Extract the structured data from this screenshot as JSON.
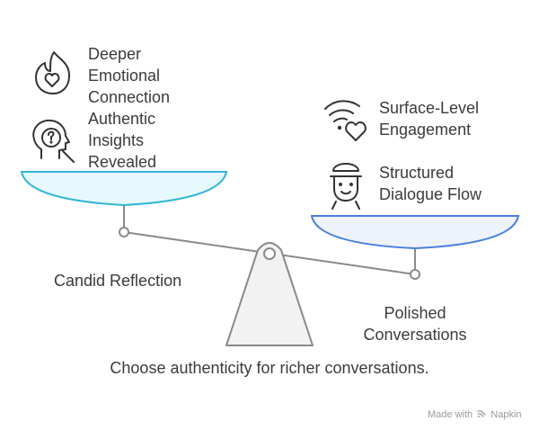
{
  "left_pan": {
    "items": [
      {
        "icon": "heart-flame-icon",
        "label_lines": [
          "Deeper",
          "Emotional",
          "Connection"
        ]
      },
      {
        "icon": "head-question-icon",
        "label_lines": [
          "Authentic",
          "Insights",
          "Revealed"
        ]
      }
    ],
    "caption": "Candid Reflection",
    "color": "#e6f9fd",
    "border": "#33b5d6"
  },
  "right_pan": {
    "items": [
      {
        "icon": "wifi-heart-icon",
        "label_lines": [
          "Surface-Level",
          "Engagement"
        ]
      },
      {
        "icon": "robot-head-icon",
        "label_lines": [
          "Structured",
          "Dialogue Flow"
        ]
      }
    ],
    "caption_lines": [
      "Polished",
      "Conversations"
    ],
    "color": "#eef2fb",
    "border": "#4a7ee0"
  },
  "conclusion": "Choose authenticity for richer conversations.",
  "footer": {
    "made_with": "Made with",
    "brand": "Napkin"
  }
}
